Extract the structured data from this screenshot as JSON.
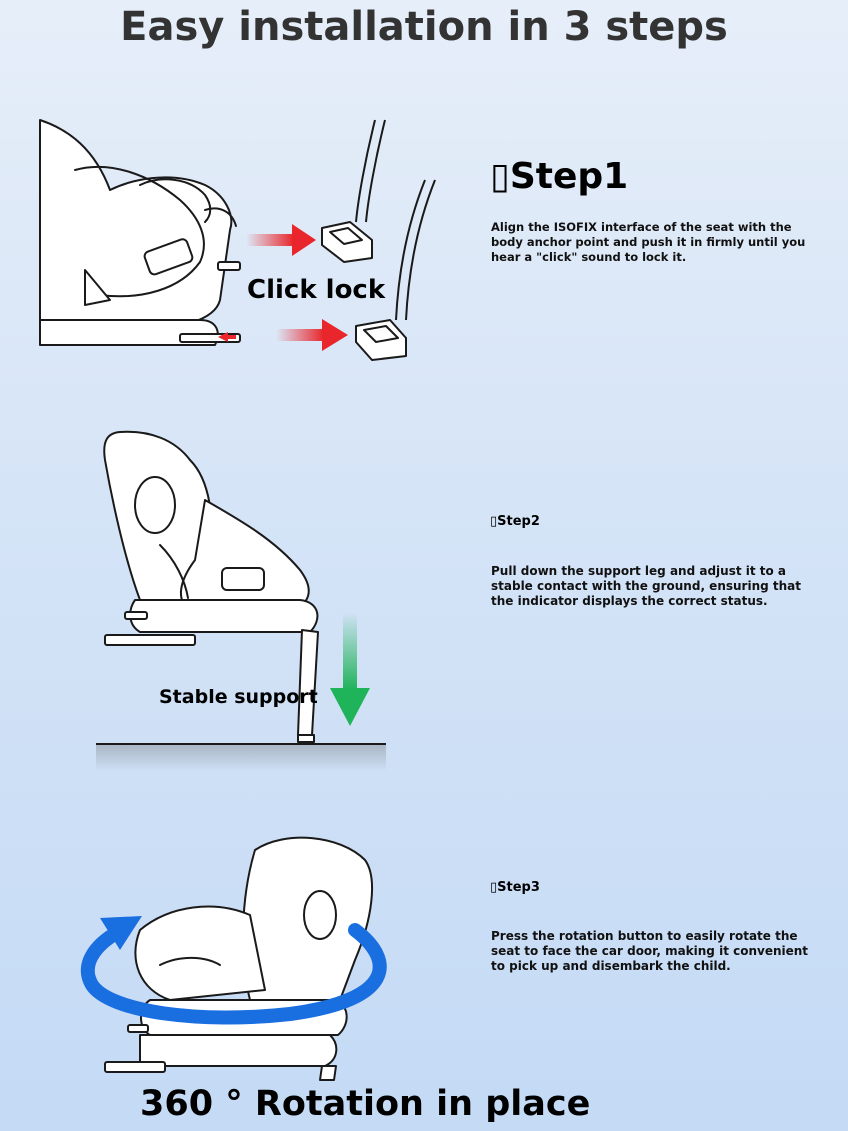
{
  "title": "Easy installation in 3 steps",
  "steps": [
    {
      "heading": "▯",
      "heading_text": "Step1",
      "description": "Align the ISOFIX interface of the seat with the body anchor point and push it in firmly until you hear a \"click\" sound to lock it."
    },
    {
      "heading": "▯",
      "heading_text": "Step2",
      "description": "Pull down the support leg and adjust it to a stable contact with the ground, ensuring that the indicator displays the correct status."
    },
    {
      "heading": "▯",
      "heading_text": "Step3",
      "description": "Press the rotation button to easily rotate the seat to face the car door, making it convenient to pick up and disembark the child."
    }
  ],
  "labels": {
    "click_lock": "Click lock",
    "stable_support": "Stable support",
    "rotation": "360 ° Rotation in place"
  },
  "colors": {
    "red_arrow": "#e8262b",
    "green_arrow": "#1fb35a",
    "blue_arrow": "#1a6fe0",
    "line_art": "#1a1a1a"
  }
}
